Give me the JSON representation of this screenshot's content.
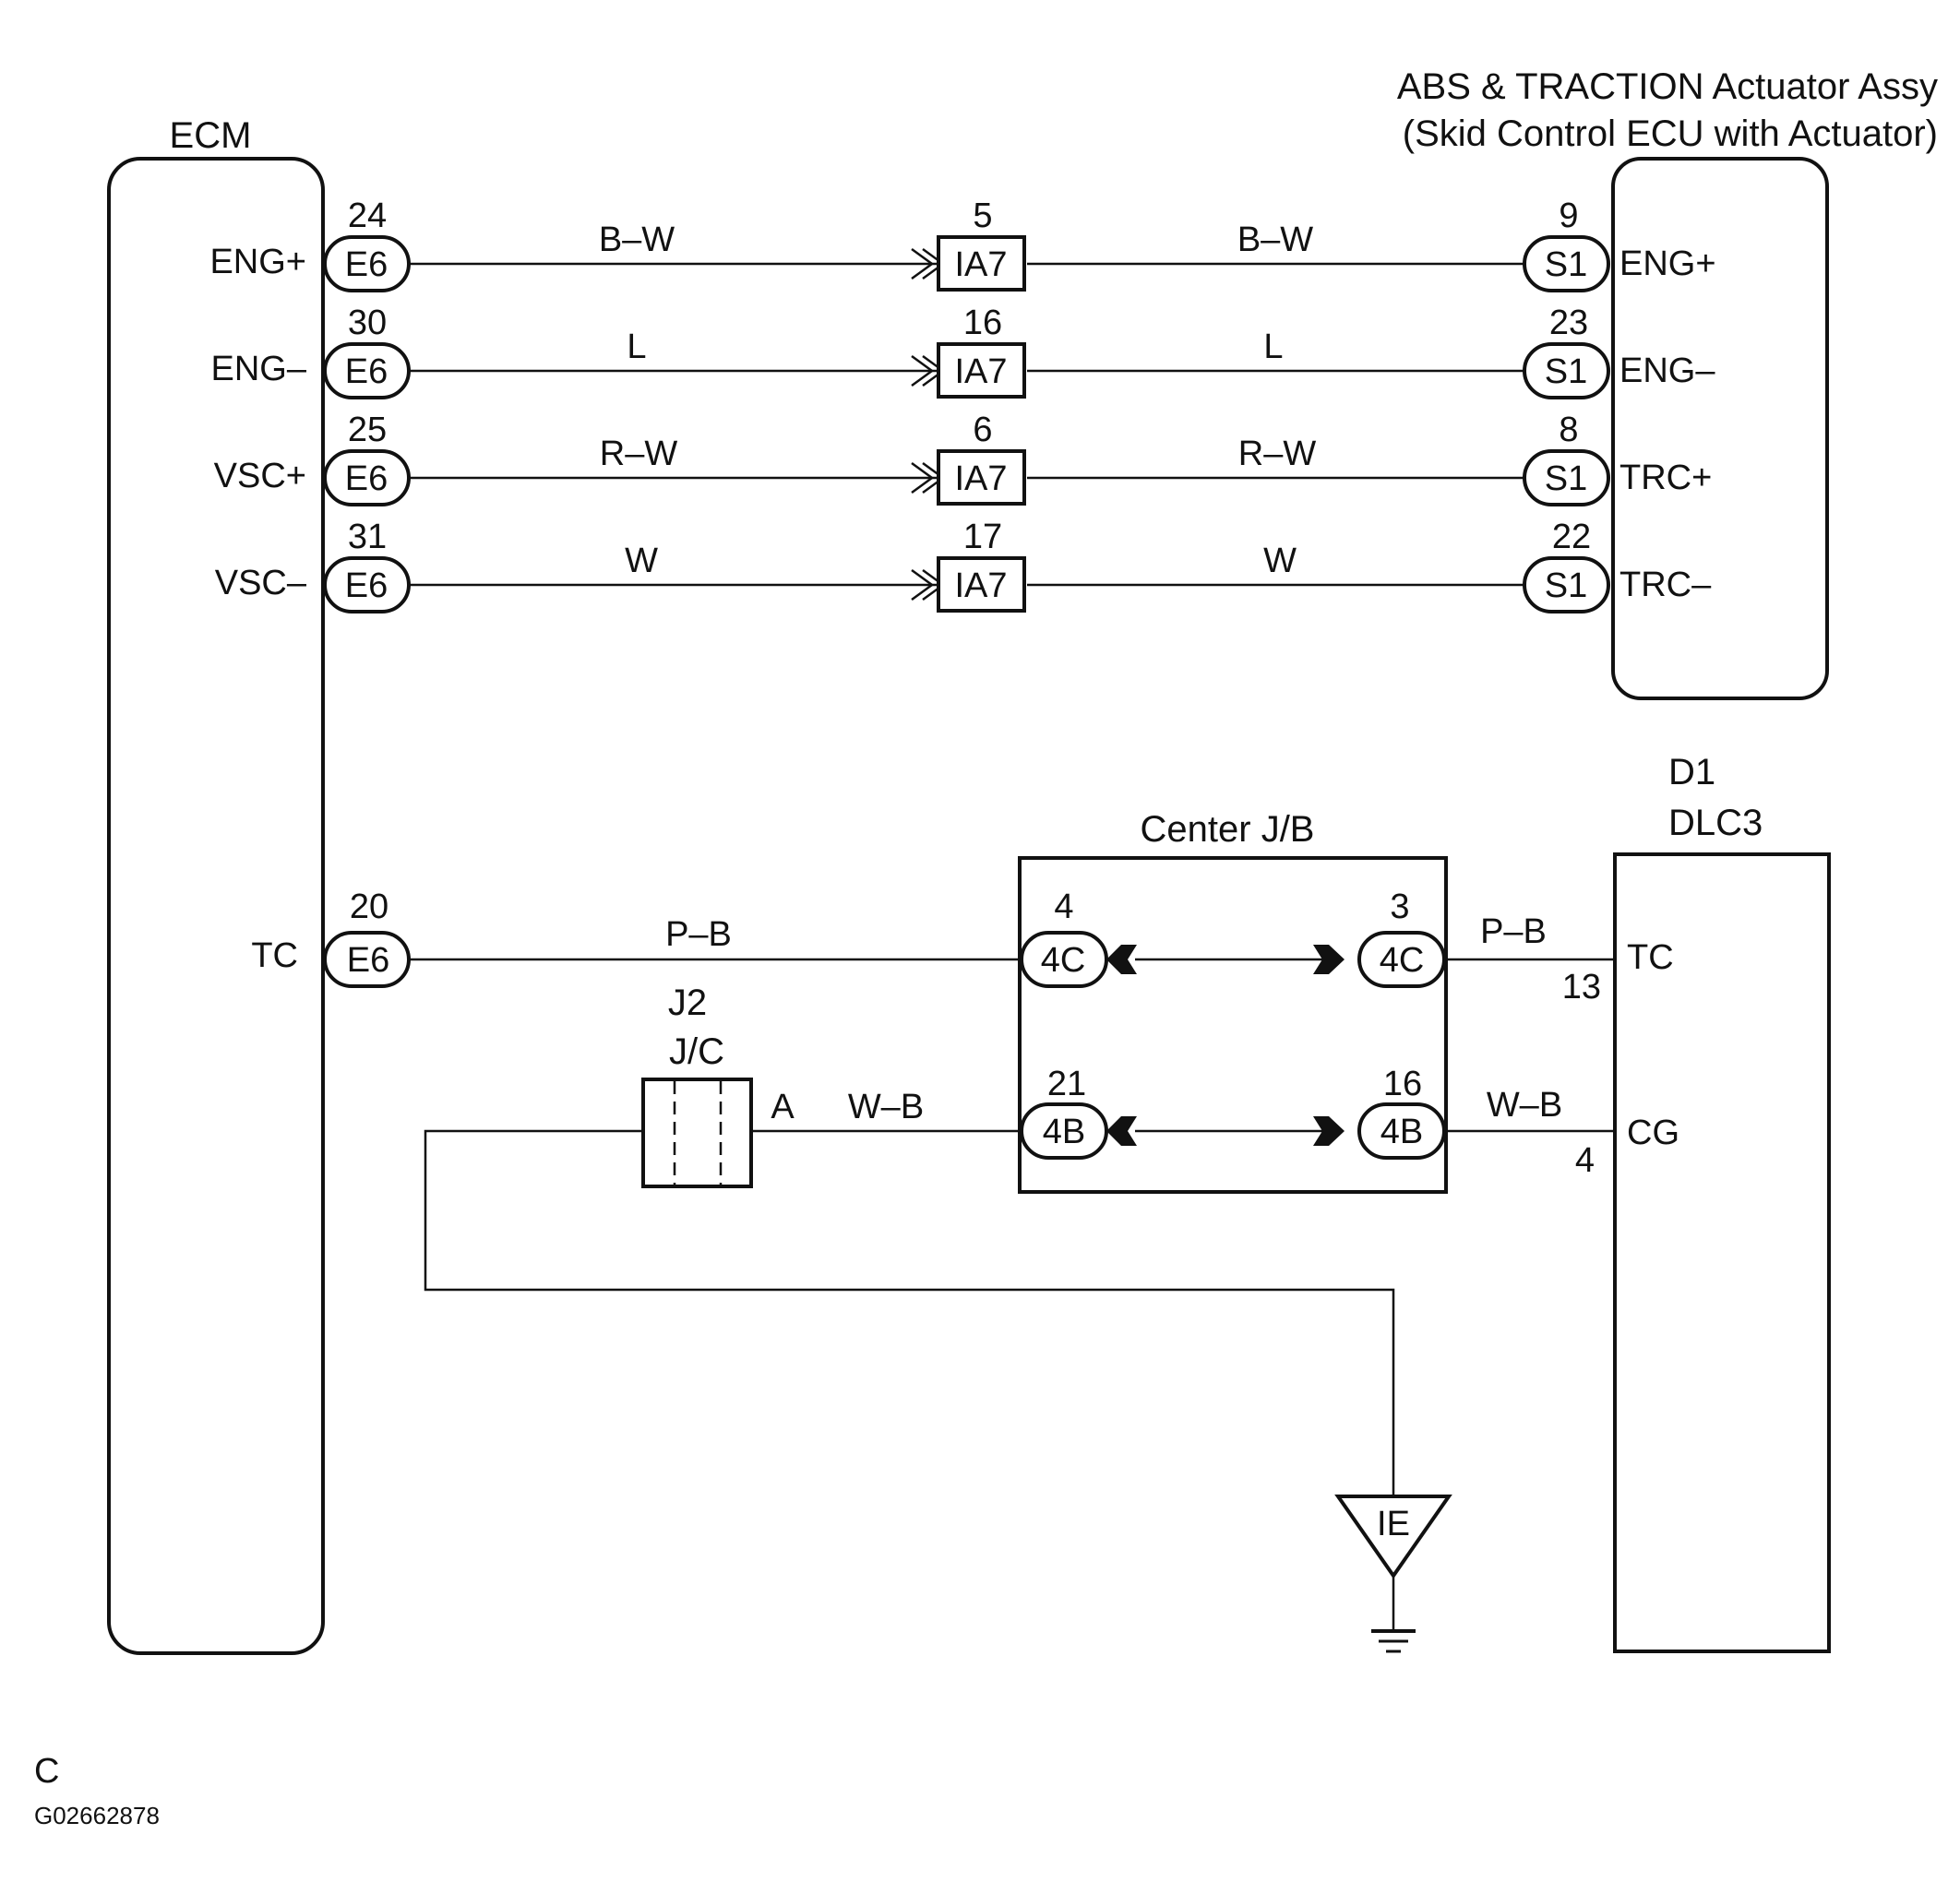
{
  "components": {
    "ecm": {
      "name": "ECM"
    },
    "actuator": {
      "name_line1": "ABS & TRACTION Actuator Assy",
      "name_line2": "(Skid Control ECU with Actuator)"
    },
    "dlc3": {
      "name_line1": "D1",
      "name_line2": "DLC3",
      "pins": [
        {
          "label": "TC",
          "number": "13"
        },
        {
          "label": "CG",
          "number": "4"
        }
      ]
    },
    "center_jb": {
      "name": "Center J/B"
    },
    "junction_connector": {
      "name_line1": "J2",
      "name_line2": "J/C",
      "terminal": "A"
    },
    "ground": {
      "label": "IE"
    }
  },
  "signal_rows": [
    {
      "ecm_label": "ENG+",
      "ecm_pin": "24",
      "ecm_connector": "E6",
      "wire_left": "B–W",
      "mid_pin": "5",
      "mid_connector": "IA7",
      "wire_right": "B–W",
      "act_pin": "9",
      "act_connector": "S1",
      "act_label": "ENG+"
    },
    {
      "ecm_label": "ENG–",
      "ecm_pin": "30",
      "ecm_connector": "E6",
      "wire_left": "L",
      "mid_pin": "16",
      "mid_connector": "IA7",
      "wire_right": "L",
      "act_pin": "23",
      "act_connector": "S1",
      "act_label": "ENG–"
    },
    {
      "ecm_label": "VSC+",
      "ecm_pin": "25",
      "ecm_connector": "E6",
      "wire_left": "R–W",
      "mid_pin": "6",
      "mid_connector": "IA7",
      "wire_right": "R–W",
      "act_pin": "8",
      "act_connector": "S1",
      "act_label": "TRC+"
    },
    {
      "ecm_label": "VSC–",
      "ecm_pin": "31",
      "ecm_connector": "E6",
      "wire_left": "W",
      "mid_pin": "17",
      "mid_connector": "IA7",
      "wire_right": "W",
      "act_pin": "22",
      "act_connector": "S1",
      "act_label": "TRC–"
    }
  ],
  "tc_circuit": {
    "ecm_label": "TC",
    "ecm_pin": "20",
    "ecm_connector": "E6",
    "wire_left": "P–B",
    "jb_in_pin": "4",
    "jb_in_connector": "4C",
    "jb_out_pin": "3",
    "jb_out_connector": "4C",
    "wire_right": "P–B"
  },
  "cg_circuit": {
    "wire_left": "W–B",
    "jb_in_pin": "21",
    "jb_in_connector": "4B",
    "jb_out_pin": "16",
    "jb_out_connector": "4B",
    "wire_right": "W–B"
  },
  "footer": {
    "letter": "C",
    "code": "G02662878"
  }
}
